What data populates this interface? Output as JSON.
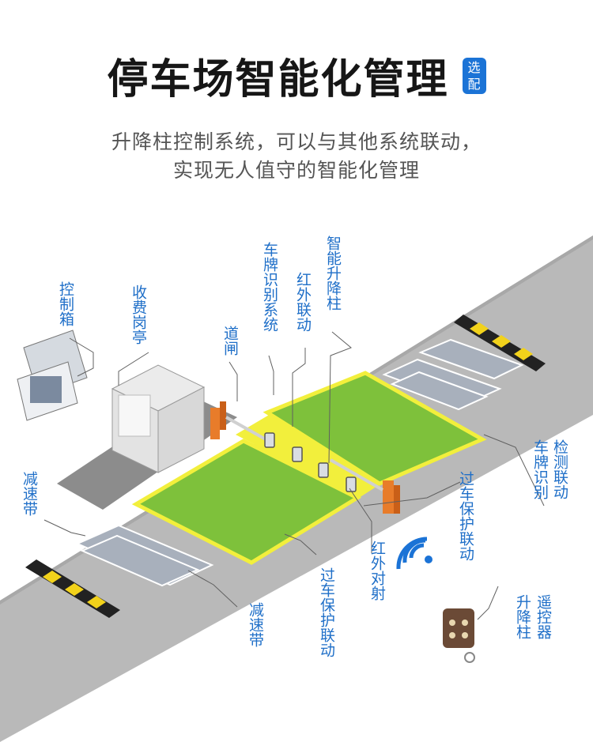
{
  "title": "停车场智能化管理",
  "badge": [
    "选",
    "配"
  ],
  "subtitle": [
    "升降柱控制系统，可以与其他系统联动，",
    "实现无人值守的智能化管理"
  ],
  "labels": {
    "control_box": "控制箱",
    "toll_booth": "收费岗亭",
    "barrier_gate": "道闸",
    "plate_recognition_system": "车牌识别系统",
    "infrared_linkage": "红外联动",
    "smart_bollard": "智能升降柱",
    "detection_linkage": "检测联动",
    "plate_recognition": "车牌识别",
    "vehicle_protection_right": "过车保护联动",
    "infrared_beam": "红外对射",
    "vehicle_protection_bottom": "过车保护联动",
    "speed_bump_left": "减速带",
    "speed_bump_bottom": "减速带",
    "remote_control": "遥控器",
    "remote_bollard": "升降柱"
  },
  "colors": {
    "label_blue": "#1f6fc8",
    "road": "#b9b9b9",
    "green_zone": "#7ec13b",
    "yellow_zone": "#f2ef3c",
    "badge": "#1b73d6"
  }
}
